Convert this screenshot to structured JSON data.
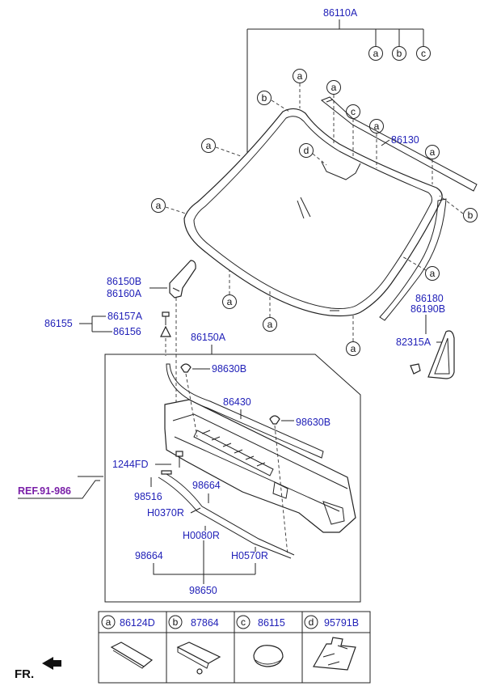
{
  "labels": {
    "windshield_assy": "86110A",
    "moulding_top": "86130",
    "side_moulding": "86180",
    "side_moulding_2": "86190B",
    "clip_a": "82315A",
    "bracket_upper": "86150B",
    "bracket_upper_2": "86160A",
    "bolt_group": "86155",
    "bolt": "86157A",
    "grommet": "86156",
    "cowl_panel": "86150A",
    "fastener_1": "98630B",
    "fastener_2": "98630B",
    "seal": "86430",
    "screw": "1244FD",
    "ref": "REF.91-986",
    "nozzle": "98516",
    "hose_1": "98664",
    "hose_2": "98664",
    "hose_r1": "H0370R",
    "hose_r2": "H0080R",
    "hose_r3": "H0570R",
    "hose_assy": "98650",
    "front": "FR."
  },
  "callouts": {
    "a": "a",
    "b": "b",
    "c": "c",
    "d": "d"
  },
  "legend": [
    {
      "letter": "a",
      "part": "86124D"
    },
    {
      "letter": "b",
      "part": "87864"
    },
    {
      "letter": "c",
      "part": "86115"
    },
    {
      "letter": "d",
      "part": "95791B"
    }
  ],
  "colors": {
    "part_number": "#2121b8",
    "reference": "#7a1fa8",
    "line": "#222222"
  }
}
